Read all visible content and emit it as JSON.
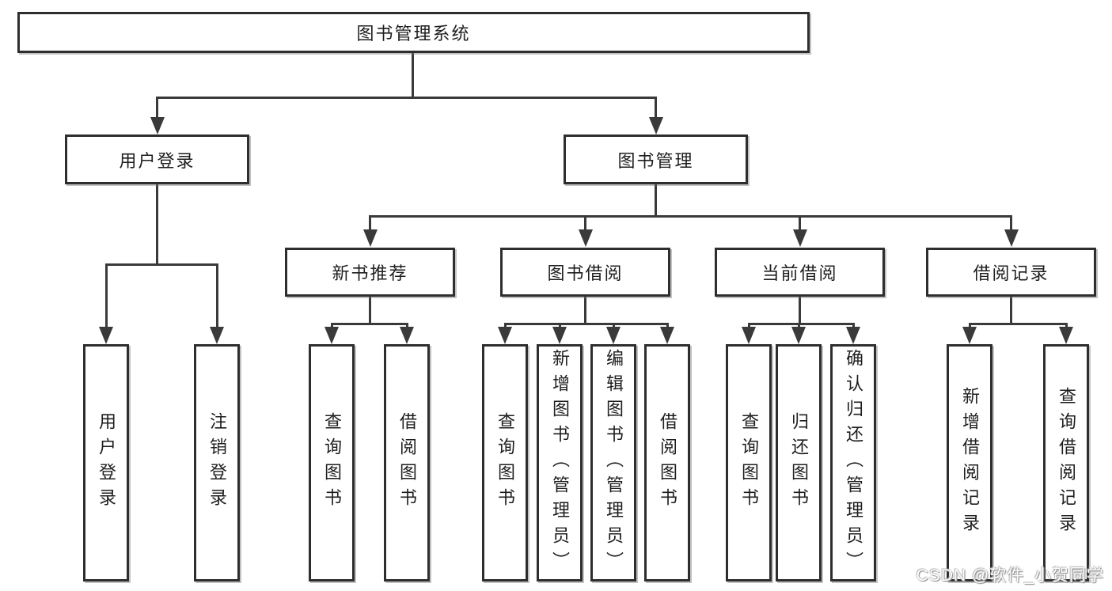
{
  "tree": {
    "root": {
      "label": "图书管理系统"
    },
    "branches": [
      {
        "label": "用户登录",
        "children": [
          {
            "label": "用户登录"
          },
          {
            "label": "注销登录"
          }
        ]
      },
      {
        "label": "图书管理",
        "children": [
          {
            "label": "新书推荐",
            "children": [
              {
                "label": "查询图书"
              },
              {
                "label": "借阅图书"
              }
            ]
          },
          {
            "label": "图书借阅",
            "children": [
              {
                "label": "查询图书"
              },
              {
                "label": "新增图书（管理员）"
              },
              {
                "label": "编辑图书（管理员）"
              },
              {
                "label": "借阅图书"
              }
            ]
          },
          {
            "label": "当前借阅",
            "children": [
              {
                "label": "查询图书"
              },
              {
                "label": "归还图书"
              },
              {
                "label": "确认归还（管理员）"
              }
            ]
          },
          {
            "label": "借阅记录",
            "children": [
              {
                "label": "新增借阅记录"
              },
              {
                "label": "查询借阅记录"
              }
            ]
          }
        ]
      }
    ]
  },
  "watermark": {
    "text": "CSDN @软件_小贺同学"
  },
  "colors": {
    "background": "#ffffff",
    "box_border": "#2e2e2e",
    "connector_line": "#3a3a3a",
    "text": "#1e1e1e",
    "watermark_text": "#fdfdfd",
    "watermark_shadow": "#8c8c8c"
  }
}
